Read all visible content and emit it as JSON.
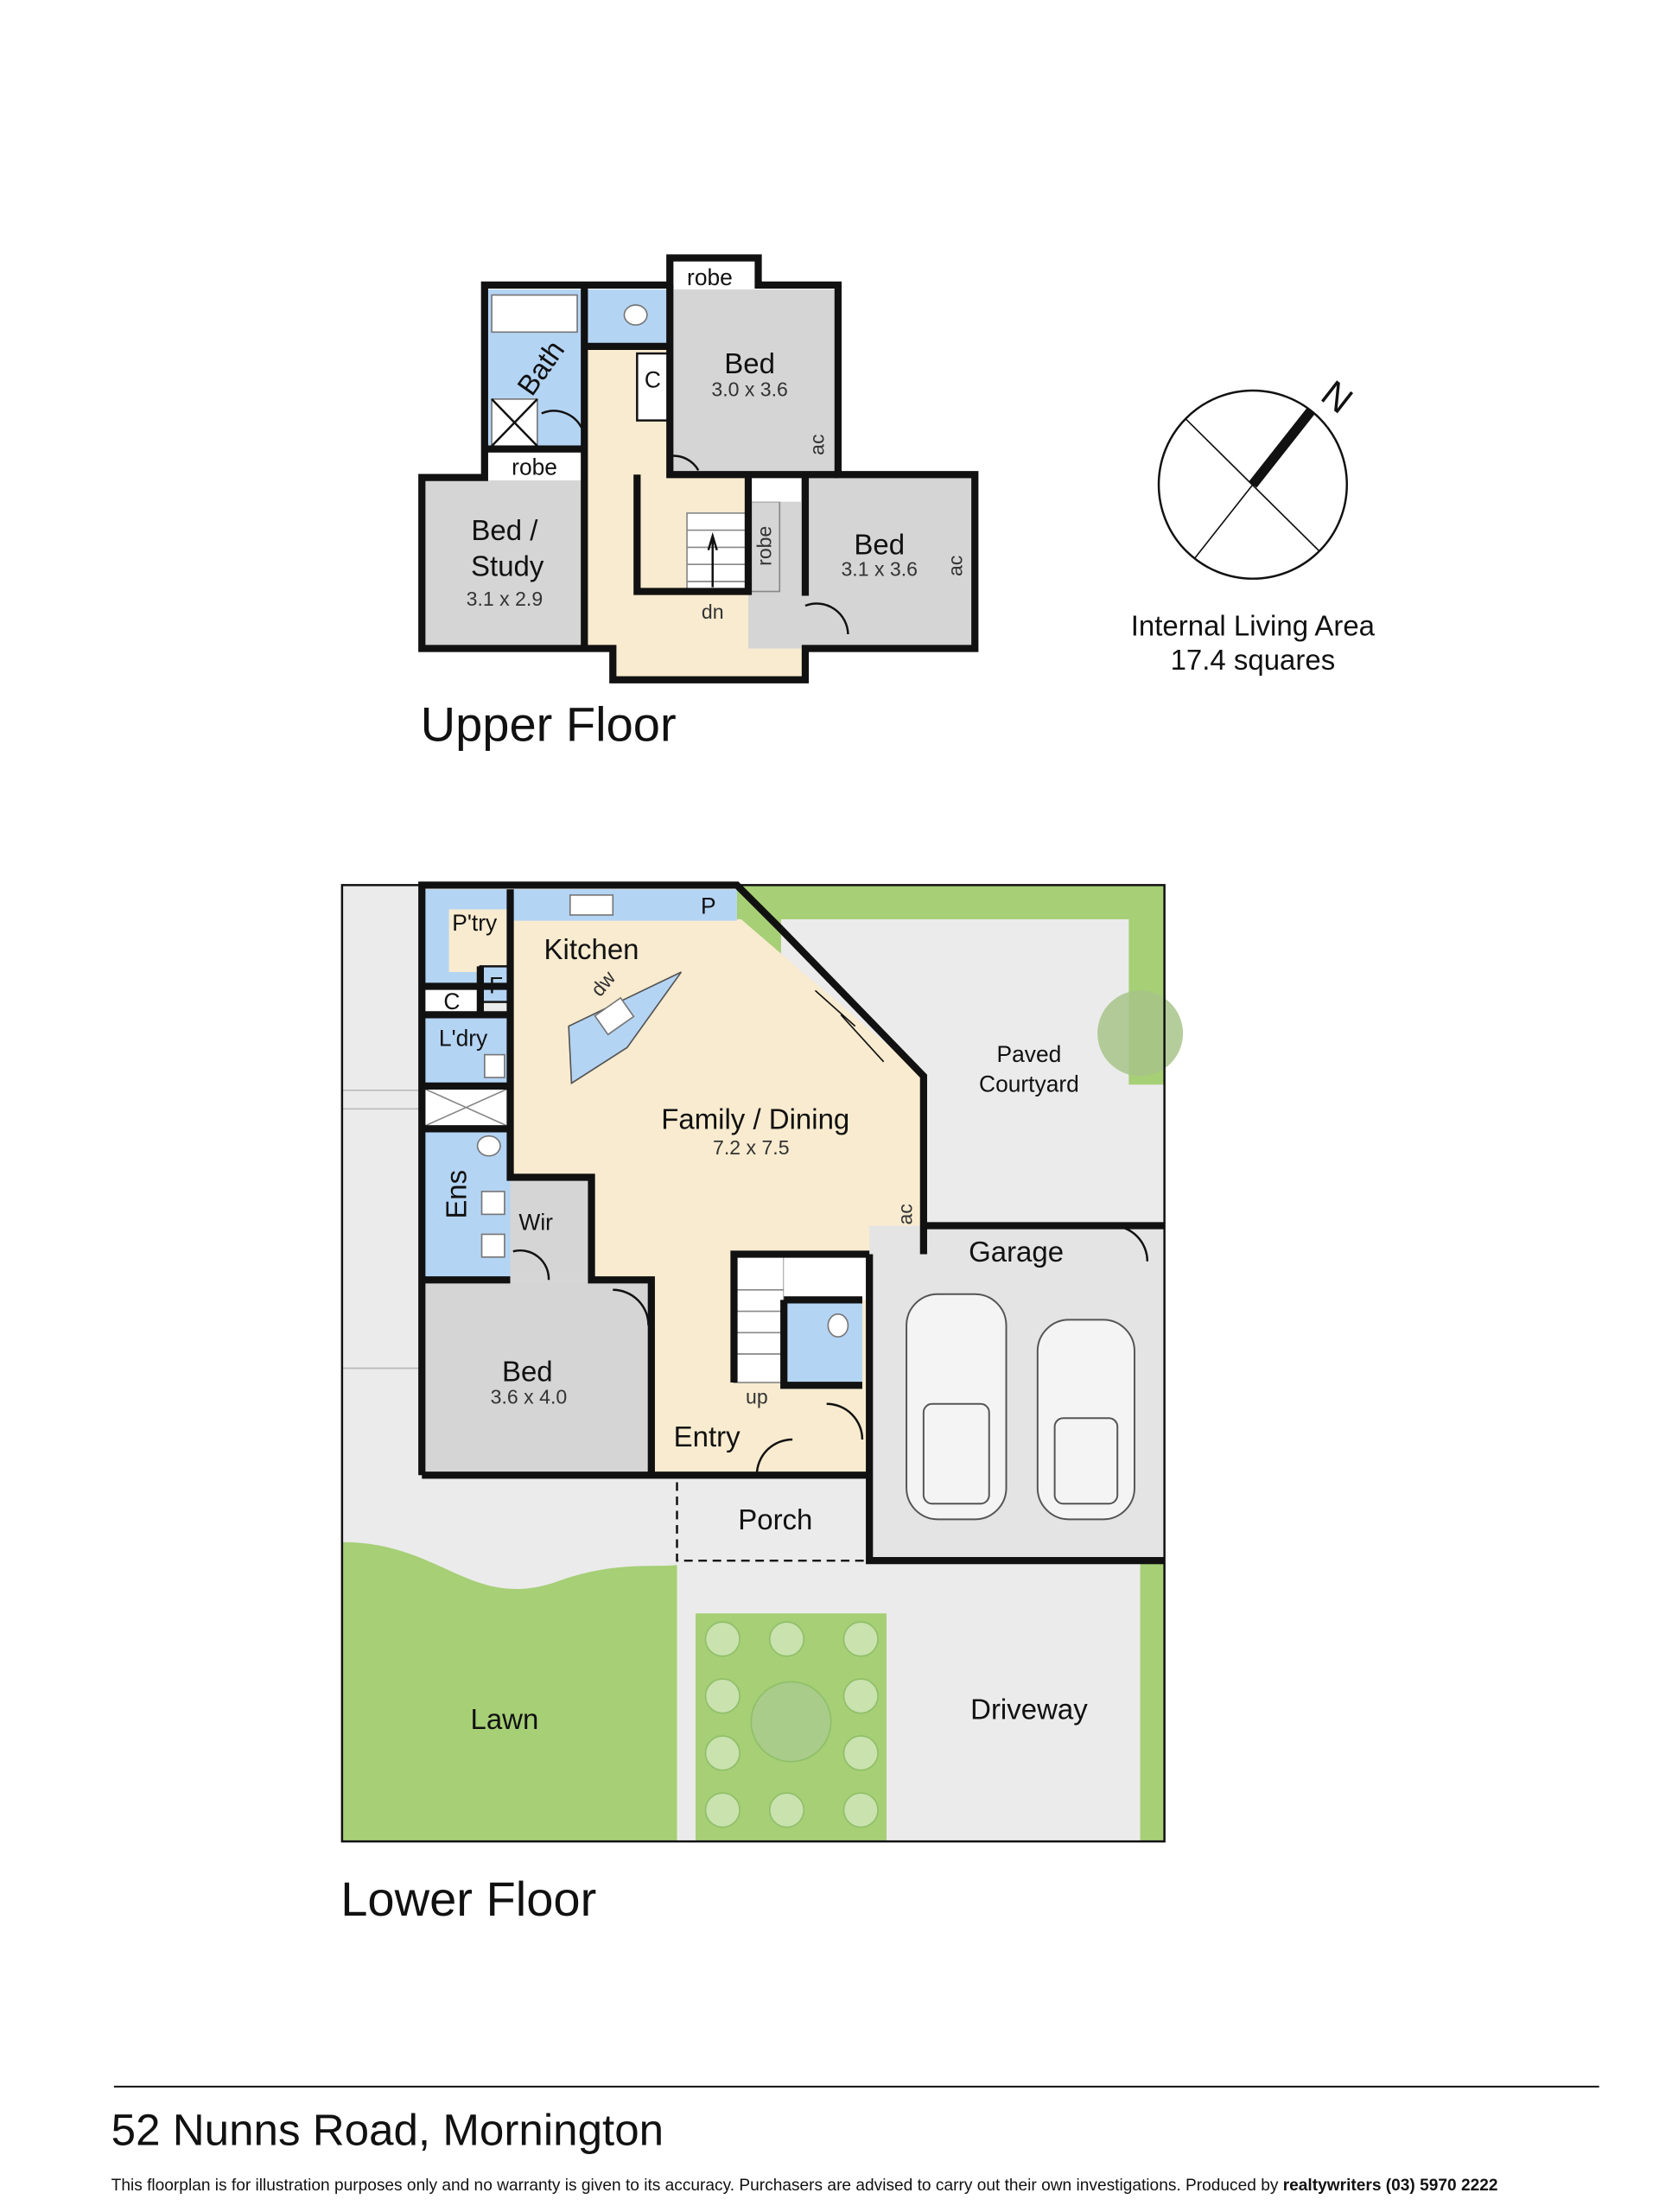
{
  "upper_floor": {
    "title": "Upper Floor",
    "rooms": {
      "robe_top": "robe",
      "bath": "Bath",
      "closet": "C",
      "bed1": {
        "name": "Bed",
        "size": "3.0 x 3.6",
        "ac": "ac"
      },
      "robe_left": "robe",
      "bed_study": {
        "name_line1": "Bed /",
        "name_line2": "Study",
        "size": "3.1 x 2.9"
      },
      "robe_right": "robe",
      "bed2": {
        "name": "Bed",
        "size": "3.1 x 3.6",
        "ac": "ac"
      },
      "stairs": "dn"
    }
  },
  "compass": {
    "north": "N"
  },
  "area": {
    "label": "Internal Living Area",
    "value": "17.4 squares"
  },
  "lower_floor": {
    "title": "Lower Floor",
    "rooms": {
      "pantry": "P'try",
      "pantry_p": "P",
      "kitchen": "Kitchen",
      "dishwasher": "dw",
      "fridge": "F",
      "closet": "C",
      "laundry": "L'dry",
      "ensuite": "Ens",
      "wir": "Wir",
      "family": {
        "name": "Family / Dining",
        "size": "7.2 x 7.5",
        "ac": "ac"
      },
      "courtyard_line1": "Paved",
      "courtyard_line2": "Courtyard",
      "garage": "Garage",
      "bed": {
        "name": "Bed",
        "size": "3.6 x 4.0"
      },
      "stairs": "up",
      "entry": "Entry",
      "porch": "Porch",
      "lawn": "Lawn",
      "driveway": "Driveway"
    }
  },
  "footer": {
    "address": "52 Nunns Road, Mornington",
    "disclaimer": "This floorplan is for illustration purposes only and no warranty is given to its accuracy. Purchasers are advised to carry out their own investigations. Produced by ",
    "producer": "realtywriters (03) 5970 2222"
  },
  "colors": {
    "living": "#f8ebcf",
    "wet": "#b4d4f4",
    "bedroom": "#d5d5d5",
    "ground": "#ebebeb",
    "lawn": "#a6cf76",
    "wall": "#111111"
  }
}
